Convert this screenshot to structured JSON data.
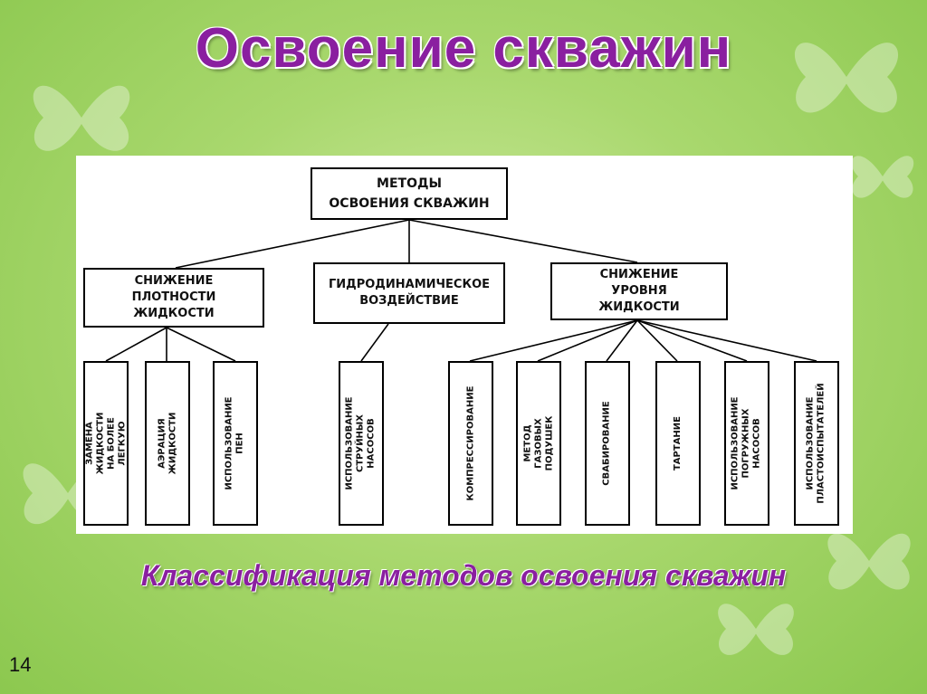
{
  "slide": {
    "title": "Освоение скважин",
    "caption": "Классификация методов освоения скважин",
    "page_number": "14"
  },
  "diagram": {
    "root": "МЕТОДЫ\nОСВОЕНИЯ СКВАЖИН",
    "groups": [
      {
        "label": "СНИЖЕНИЕ\nПЛОТНОСТИ\nЖИДКОСТИ",
        "leaves": [
          "ЗАМЕНА ЖИДКОСТИ\nНА БОЛЕЕ ЛЕГКУЮ",
          "АЭРАЦИЯ ЖИДКОСТИ",
          "ИСПОЛЬЗОВАНИЕ ПЕН"
        ]
      },
      {
        "label": "ГИДРОДИНАМИЧЕСКОЕ\nВОЗДЕЙСТВИЕ",
        "leaves": [
          "ИСПОЛЬЗОВАНИЕ\nСТРУЙНЫХ НАСОСОВ"
        ]
      },
      {
        "label": "СНИЖЕНИЕ\nУРОВНЯ\nЖИДКОСТИ",
        "leaves": [
          "КОМПРЕССИРОВАНИЕ",
          "МЕТОД\nГАЗОВЫХ ПОДУШЕК",
          "СВАБИРОВАНИЕ",
          "ТАРТАНИЕ",
          "ИСПОЛЬЗОВАНИЕ\nПОГРУЖНЫХ НАСОСОВ",
          "ИСПОЛЬЗОВАНИЕ\nПЛАСТОИСПЫТАТЕЛЕЙ"
        ]
      }
    ]
  },
  "colors": {
    "title": "#8a1fa0",
    "background": "#a9d86e"
  }
}
